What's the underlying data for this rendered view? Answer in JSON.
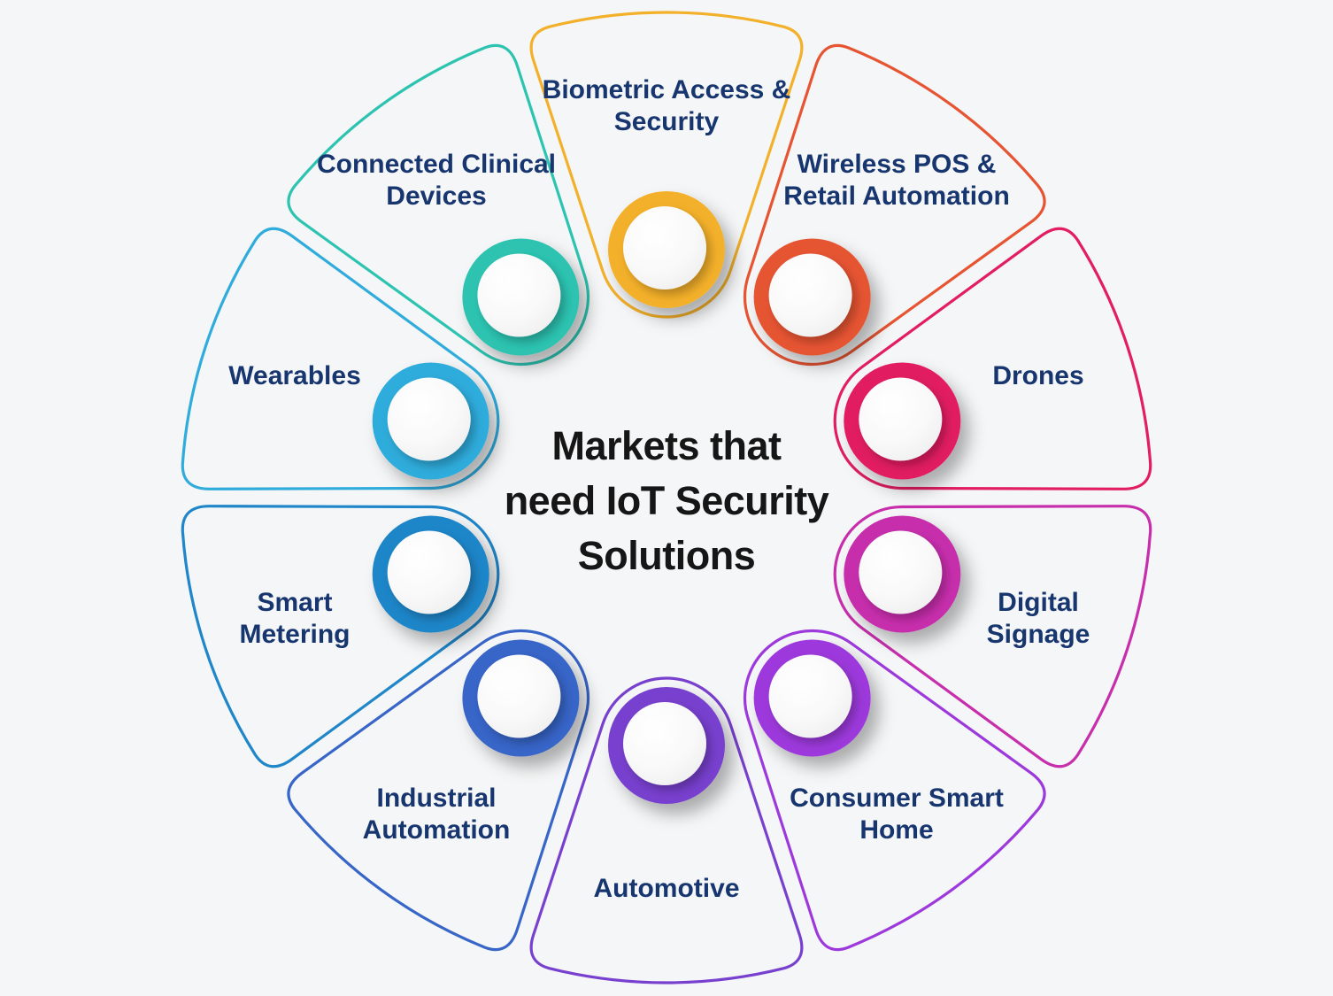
{
  "background_color": "#f5f6f7",
  "title": {
    "line1": "Markets that",
    "line2": "need IoT Security",
    "line3": "Solutions",
    "color": "#161616"
  },
  "label_color": "#17356E",
  "segments": [
    {
      "id": "biometric-access-security",
      "label_lines": [
        "Biometric Access &",
        "Security"
      ],
      "color": "#F3B02A"
    },
    {
      "id": "wireless-pos-retail-automation",
      "label_lines": [
        "Wireless POS &",
        "Retail Automation"
      ],
      "color": "#E65432"
    },
    {
      "id": "drones",
      "label_lines": [
        "Drones"
      ],
      "color": "#E21D61"
    },
    {
      "id": "digital-signage",
      "label_lines": [
        "Digital",
        "Signage"
      ],
      "color": "#C72EAC"
    },
    {
      "id": "consumer-smart-home",
      "label_lines": [
        "Consumer Smart",
        "Home"
      ],
      "color": "#9D39DC"
    },
    {
      "id": "automotive",
      "label_lines": [
        "Automotive"
      ],
      "color": "#7840CE"
    },
    {
      "id": "industrial-automation",
      "label_lines": [
        "Industrial",
        "Automation"
      ],
      "color": "#3765C8"
    },
    {
      "id": "smart-metering",
      "label_lines": [
        "Smart",
        "Metering"
      ],
      "color": "#1F86C9"
    },
    {
      "id": "wearables",
      "label_lines": [
        "Wearables"
      ],
      "color": "#2FACDC"
    },
    {
      "id": "connected-clinical-devices",
      "label_lines": [
        "Connected Clinical",
        "Devices"
      ],
      "color": "#2DC3B1"
    }
  ]
}
